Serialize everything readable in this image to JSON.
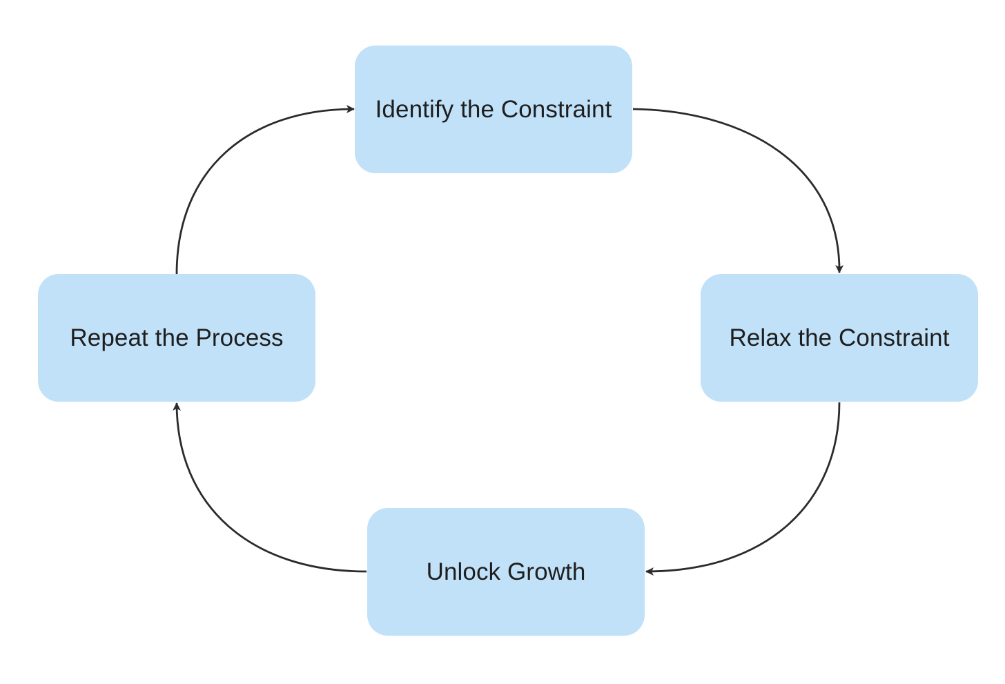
{
  "diagram": {
    "type": "cycle",
    "colors": {
      "node_fill": "#c1e1f8",
      "text": "#1e1e1e",
      "connector": "#2b2b2b",
      "background": "#ffffff"
    },
    "nodes": [
      {
        "id": "identify",
        "label": "Identify the Constraint"
      },
      {
        "id": "relax",
        "label": "Relax the Constraint"
      },
      {
        "id": "unlock",
        "label": "Unlock Growth"
      },
      {
        "id": "repeat",
        "label": "Repeat the Process"
      }
    ],
    "edges": [
      {
        "from": "identify",
        "to": "relax"
      },
      {
        "from": "relax",
        "to": "unlock"
      },
      {
        "from": "unlock",
        "to": "repeat"
      },
      {
        "from": "repeat",
        "to": "identify"
      }
    ]
  }
}
